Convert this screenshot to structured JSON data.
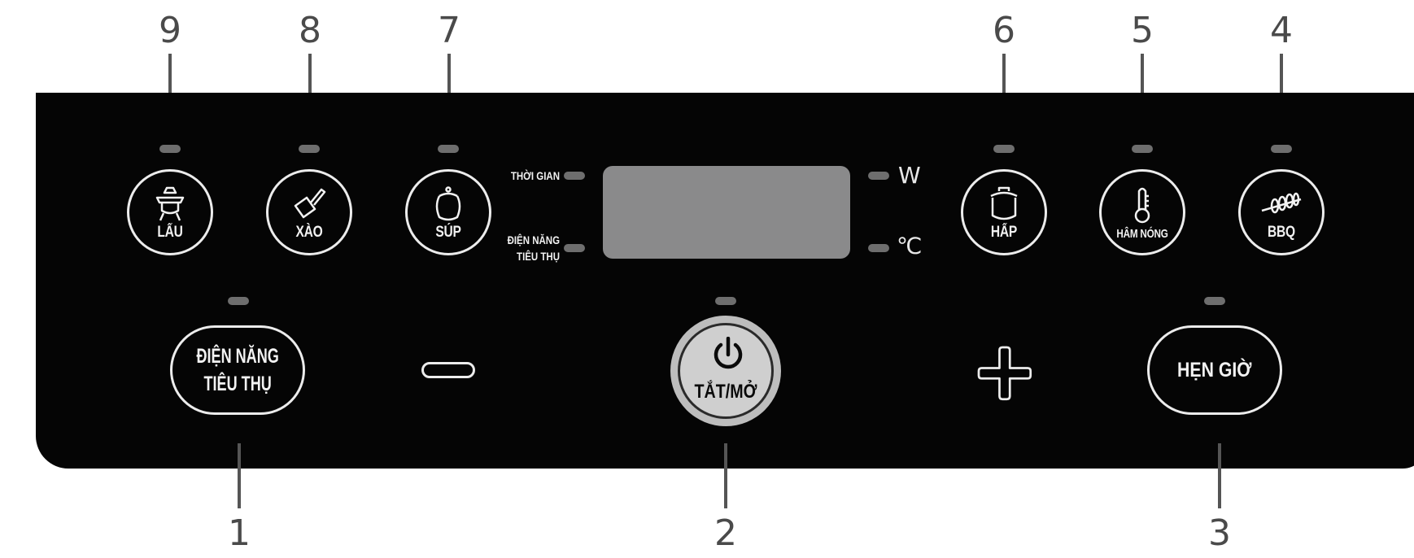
{
  "callouts": {
    "n1": "1",
    "n2": "2",
    "n3": "3",
    "n4": "4",
    "n5": "5",
    "n6": "6",
    "n7": "7",
    "n8": "8",
    "n9": "9"
  },
  "function_buttons": {
    "lau": "LẨU",
    "xao": "XÀO",
    "sup": "SÚP",
    "hap": "HẤP",
    "ham_nong": "HÂM NÓNG",
    "bbq": "BBQ"
  },
  "display_indicators": {
    "time": "THỜI GIAN",
    "energy_line1": "ĐIỆN NĂNG",
    "energy_line2": "TIÊU THỤ",
    "watt_unit": "W",
    "celsius_unit": "℃"
  },
  "bottom_buttons": {
    "energy_line1": "ĐIỆN NĂNG",
    "energy_line2": "TIÊU THỤ",
    "power": "TẮT/MỞ",
    "timer": "HẸN GIỜ"
  },
  "icons": {
    "lau": "hotpot-icon",
    "xao": "frying-pan-icon",
    "sup": "soup-pot-icon",
    "hap": "steamer-pot-icon",
    "ham_nong": "thermometer-icon",
    "bbq": "skewer-icon",
    "power": "power-icon",
    "minus": "minus-icon",
    "plus": "plus-icon"
  },
  "colors": {
    "panel": "#050505",
    "indicator_led": "#6e6e6e",
    "display": "#8a8a8b",
    "power_button": "#cfcfcf",
    "callout": "#4a4a4a"
  }
}
